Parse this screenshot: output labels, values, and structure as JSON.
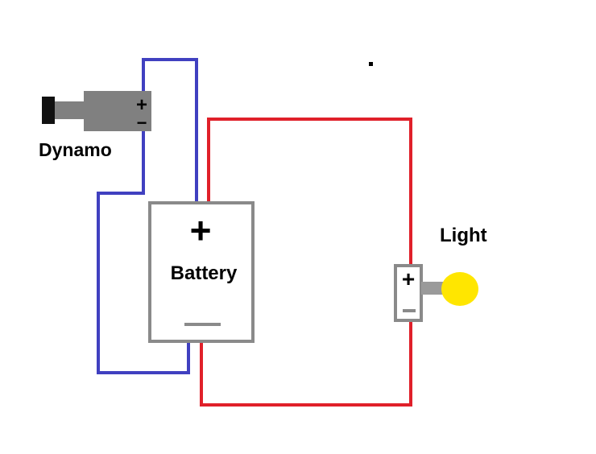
{
  "labels": {
    "dynamo": "Dynamo",
    "battery": "Battery",
    "light": "Light",
    "plus": "+",
    "minus": "−"
  },
  "colors": {
    "wire_blue": "#4040c0",
    "wire_red": "#e0202a",
    "dynamo_body": "#808080",
    "dynamo_shaft": "#111111",
    "battery_outline": "#8a8a8a",
    "bulb_glass": "#ffe600",
    "bulb_base": "#9a9a9a"
  },
  "components": [
    "dynamo",
    "battery",
    "light"
  ]
}
